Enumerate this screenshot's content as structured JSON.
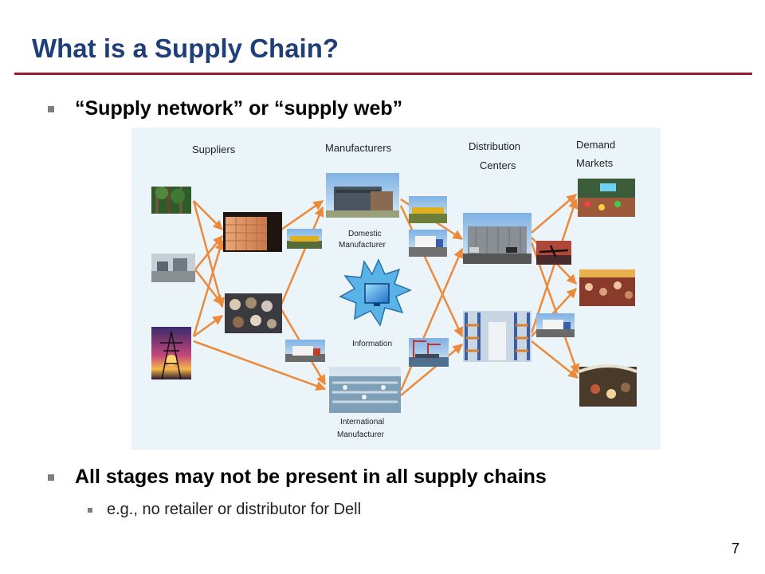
{
  "slide": {
    "title": "What is a Supply Chain?",
    "bullet1": "“Supply network” or “supply web”",
    "bullet2": "All stages may not be present in all supply chains",
    "sub_bullet": "e.g., no retailer or distributor for Dell",
    "page_number": "7"
  },
  "diagram": {
    "headers": {
      "suppliers": "Suppliers",
      "manufacturers": "Manufacturers",
      "dist_line1": "Distribution",
      "dist_line2": "Centers",
      "demand_line1": "Demand",
      "demand_line2": "Markets"
    },
    "labels": {
      "domestic_line1": "Domestic",
      "domestic_line2": "Manufacturer",
      "international_line1": "International",
      "international_line2": "Manufacturer",
      "information": "Information"
    },
    "colors": {
      "background": "#eaf4f9",
      "arrow": "#ec8a3c",
      "starburst": "#5ab3e6",
      "title": "#1f3f7a",
      "rule": "#9e1b32"
    }
  }
}
